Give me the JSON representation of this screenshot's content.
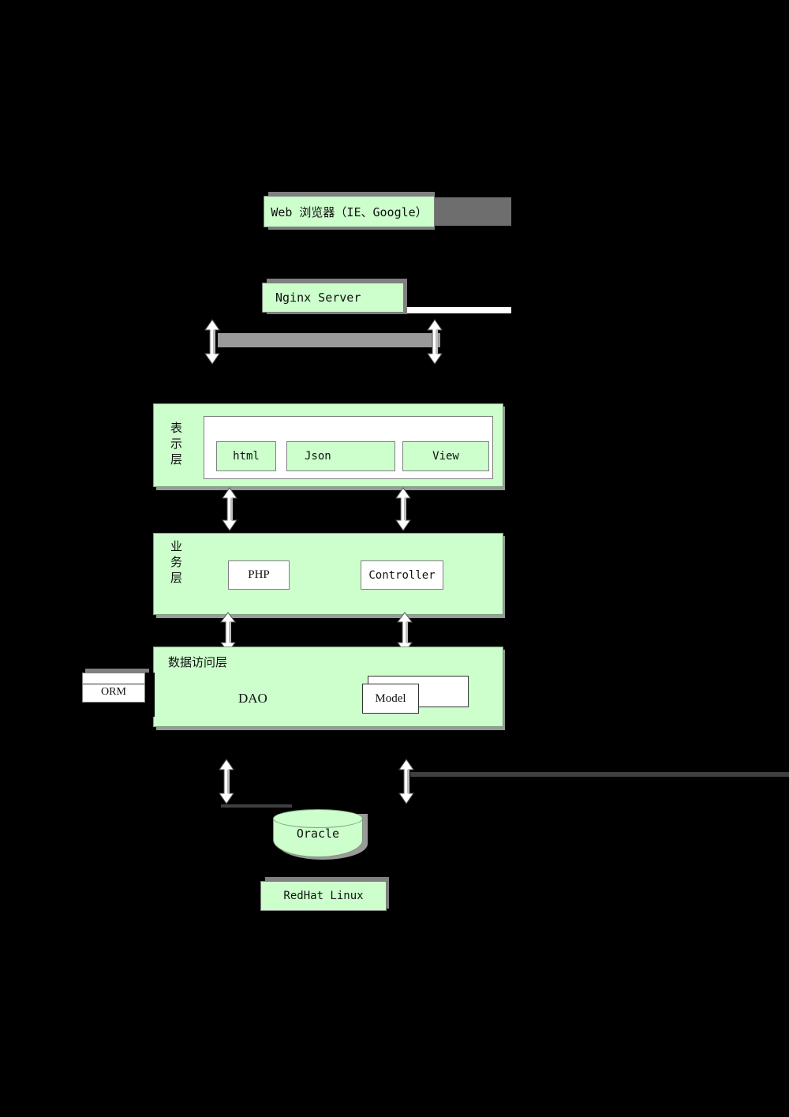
{
  "diagram": {
    "title": "Web application layered architecture",
    "colors": {
      "node_fill": "#ccffcc",
      "node_border": "#808080",
      "white_fill": "#ffffff",
      "shadow": "#9a9a9a",
      "background": "#000000",
      "text": "#111111"
    },
    "nodes": {
      "browser": {
        "label": "Web 浏览器（IE、Google）"
      },
      "nginx": {
        "label": "Nginx  Server"
      },
      "presentation_layer": {
        "label": "表示层",
        "children": [
          {
            "label": "html"
          },
          {
            "label": "Json"
          },
          {
            "label": "View"
          }
        ]
      },
      "business_layer": {
        "label": "业务层",
        "children": [
          {
            "label": "PHP"
          },
          {
            "label": "Controller"
          }
        ]
      },
      "data_access_layer": {
        "label": "数据访问层",
        "dao": "DAO",
        "model": "Model",
        "orm": "ORM"
      },
      "database": {
        "label": "Oracle"
      },
      "os": {
        "label": "RedHat Linux"
      }
    },
    "connectors": {
      "bidirectional_arrow": "double-headed-vertical-arrow"
    }
  }
}
